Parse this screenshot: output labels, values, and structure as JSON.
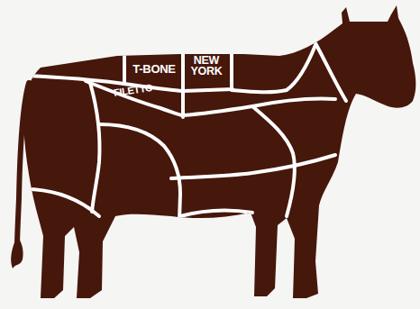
{
  "diagram": {
    "labels": [
      "T-BONE",
      "NEW YORK",
      "FILETTO"
    ]
  }
}
